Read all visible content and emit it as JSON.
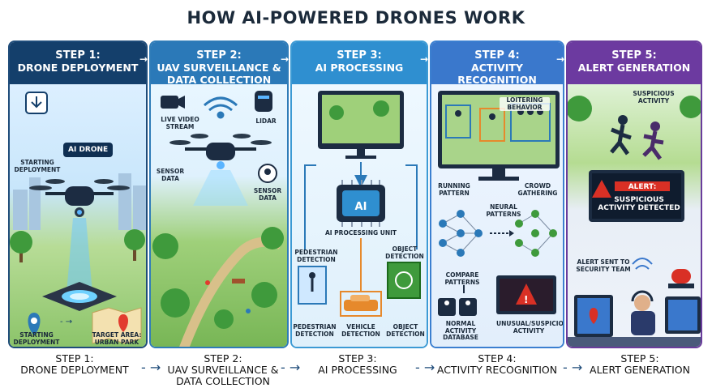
{
  "title": "HOW AI-POWERED DRONES WORK",
  "steps": [
    {
      "num": "STEP 1:",
      "name": "DRONE DEPLOYMENT"
    },
    {
      "num": "STEP 2:",
      "name": "UAV SURVEILLANCE & DATA COLLECTION"
    },
    {
      "num": "STEP 3:",
      "name": "AI PROCESSING"
    },
    {
      "num": "STEP 4:",
      "name": "ACTIVITY RECOGNITION"
    },
    {
      "num": "STEP 5:",
      "name": "ALERT GENERATION"
    }
  ],
  "panel1": {
    "ai_drone": "AI DRONE",
    "starting_deployment_top": "STARTING DEPLOYMENT",
    "starting_deployment_bottom": "STARTING DEPLOYMENT",
    "target_area": "TARGET AREA: URBAN PARK"
  },
  "panel2": {
    "live_video": "LIVE VIDEO STREAM",
    "lidar": "LIDAR",
    "sensor_data_left": "SENSOR DATA",
    "sensor_data_right": "SENSOR DATA"
  },
  "panel3": {
    "ai_chip": "AI",
    "ai_processing_unit": "AI PROCESSING UNIT",
    "pedestrian_detection_top": "PEDESTRIAN DETECTION",
    "object_detection_top": "OBJECT DETECTION",
    "pedestrian_detection": "PEDESTRIAN DETECTION",
    "vehicle_detection": "VEHICLE DETECTION",
    "object_detection": "OBJECT DETECTION"
  },
  "panel4": {
    "loitering": "LOITERING BEHAVIOR",
    "running": "RUNNING PATTERN",
    "crowd": "CROWD GATHERING",
    "neural": "NEURAL PATTERNS",
    "compare": "COMPARE PATTERNS",
    "normal_db": "NORMAL ACTIVITY DATABASE",
    "unusual": "UNUSUAL/SUSPICIOUS ACTIVITY"
  },
  "panel5": {
    "suspicious": "SUSPICIOUS ACTIVITY",
    "alert_title": "ALERT:",
    "alert_text": "SUSPICIOUS ACTIVITY DETECTED",
    "alert_sent": "ALERT SENT TO SECURITY TEAM"
  },
  "bottom": [
    {
      "num": "STEP 1:",
      "name": "DRONE DEPLOYMENT"
    },
    {
      "num": "STEP 2:",
      "name": "UAV SURVEILLANCE & DATA COLLECTION"
    },
    {
      "num": "STEP 3:",
      "name": "AI PROCESSING"
    },
    {
      "num": "STEP 4:",
      "name": "ACTIVITY RECOGNITION"
    },
    {
      "num": "STEP 5:",
      "name": "ALERT GENERATION"
    }
  ],
  "colors": {
    "step1": "#143f6b",
    "step2": "#2b79b8",
    "step3": "#2f8fd0",
    "step4": "#3a78cc",
    "step5": "#6c3aa0",
    "alert": "#d93025"
  }
}
